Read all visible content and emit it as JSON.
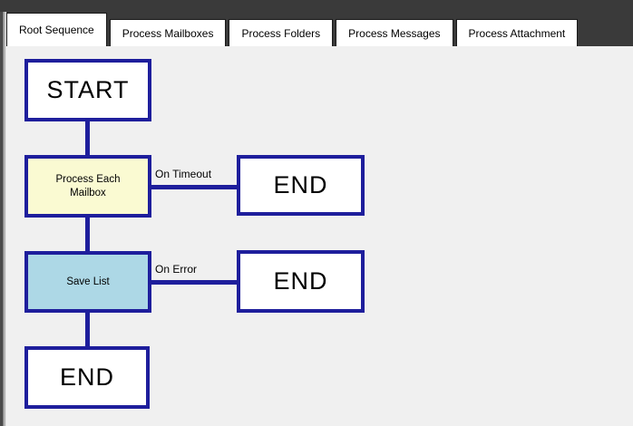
{
  "window": {
    "chrome_color": "#3a3a3a",
    "content_background": "#f0f0f0"
  },
  "tabs": [
    {
      "label": "Root Sequence",
      "active": true
    },
    {
      "label": "Process Mailboxes",
      "active": false
    },
    {
      "label": "Process Folders",
      "active": false
    },
    {
      "label": "Process Messages",
      "active": false
    },
    {
      "label": "Process Attachment",
      "active": false
    }
  ],
  "flowchart": {
    "colors": {
      "connector": "#1e1e9c",
      "node_border": "#1e1e9c",
      "terminal_fill": "#ffffff",
      "activity_fill": "#fafad2",
      "selected_fill": "#add8e6",
      "text": "#000000"
    },
    "nodes": [
      {
        "id": "start",
        "type": "terminal",
        "label": "START",
        "fill": "#ffffff"
      },
      {
        "id": "process-each-mailbox",
        "type": "activity",
        "label": "Process Each Mailbox",
        "fill": "#fafad2"
      },
      {
        "id": "end-on-timeout",
        "type": "terminal",
        "label": "END",
        "fill": "#ffffff"
      },
      {
        "id": "save-list",
        "type": "activity",
        "label": "Save List",
        "fill": "#add8e6"
      },
      {
        "id": "end-on-error",
        "type": "terminal",
        "label": "END",
        "fill": "#ffffff"
      },
      {
        "id": "end-main",
        "type": "terminal",
        "label": "END",
        "fill": "#ffffff"
      }
    ],
    "edges": [
      {
        "from": "start",
        "to": "process-each-mailbox",
        "label": ""
      },
      {
        "from": "process-each-mailbox",
        "to": "end-on-timeout",
        "label": "On Timeout"
      },
      {
        "from": "process-each-mailbox",
        "to": "save-list",
        "label": ""
      },
      {
        "from": "save-list",
        "to": "end-on-error",
        "label": "On Error"
      },
      {
        "from": "save-list",
        "to": "end-main",
        "label": ""
      }
    ]
  }
}
